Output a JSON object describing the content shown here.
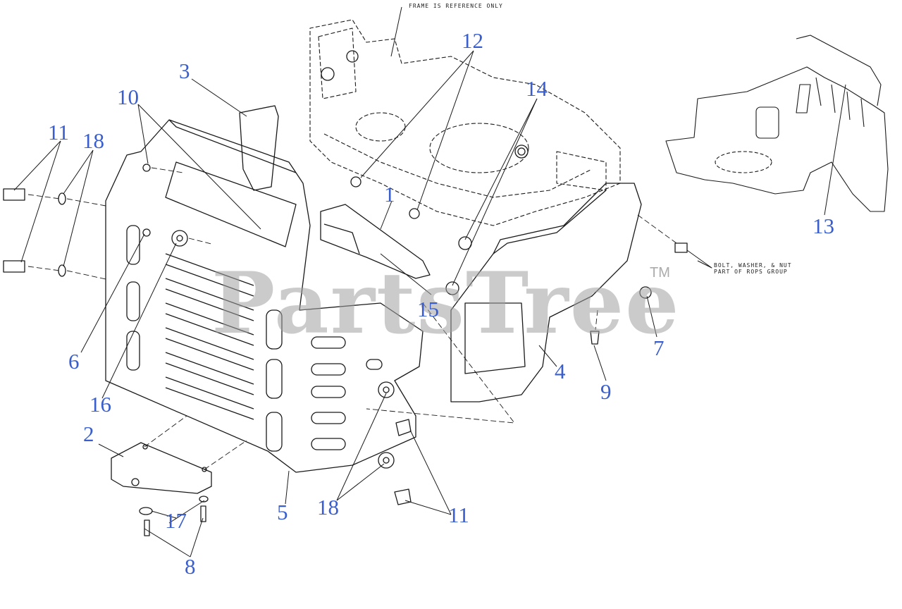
{
  "notes": {
    "frame_reference": "FRAME IS REFERENCE ONLY",
    "rops_line1": "BOLT, WASHER, & NUT",
    "rops_line2": "PART OF ROPS GROUP"
  },
  "watermark": {
    "text": "PartsTree",
    "tm": "TM"
  },
  "callouts": {
    "c1": "1",
    "c2": "2",
    "c3": "3",
    "c4": "4",
    "c5": "5",
    "c6": "6",
    "c7": "7",
    "c8": "8",
    "c9": "9",
    "c10": "10",
    "c11a": "11",
    "c11b": "11",
    "c12": "12",
    "c13": "13",
    "c14": "14",
    "c15": "15",
    "c16": "16",
    "c17": "17",
    "c18a": "18",
    "c18b": "18"
  },
  "colors": {
    "callout": "#3a5fcd",
    "line": "#1a1a1a",
    "watermark": "#a0a0a0"
  }
}
